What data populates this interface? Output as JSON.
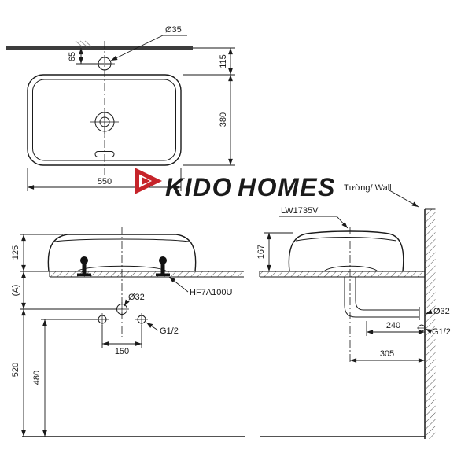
{
  "colors": {
    "brand_red": "#c6242a",
    "line": "#1a1a1a"
  },
  "watermark": {
    "kido": "KIDO",
    "homes": "HOMES"
  },
  "top_view": {
    "hole_dia": "Ø35",
    "dims": {
      "hole_offset": "65",
      "back_to_rim": "115",
      "depth": "380",
      "width": "550"
    }
  },
  "front_view": {
    "dims": {
      "height": "125",
      "a": "(A)",
      "drain_to_floor": "520",
      "supply_to_floor": "480",
      "hole_spacing": "150"
    },
    "drain_dia": "Ø32",
    "supply_thread": "G1/2",
    "drain_fitting": "HF7A100U"
  },
  "side_view": {
    "wall_label": "Tường/ Wall",
    "model": "LW1735V",
    "dims": {
      "height": "167",
      "supply_to_wall": "240",
      "center_to_wall": "305"
    },
    "drain_dia": "Ø32",
    "supply_thread": "G1/2"
  }
}
